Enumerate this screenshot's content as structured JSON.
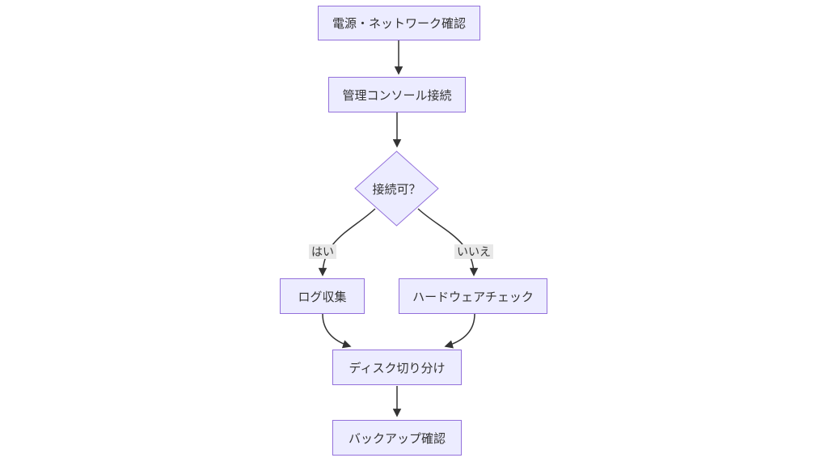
{
  "diagram": {
    "type": "flowchart",
    "direction": "top-down",
    "nodes": {
      "power": {
        "label": "電源・ネットワーク確認",
        "shape": "rect"
      },
      "console": {
        "label": "管理コンソール接続",
        "shape": "rect"
      },
      "decision": {
        "label": "接続可？",
        "shape": "diamond"
      },
      "logs": {
        "label": "ログ収集",
        "shape": "rect"
      },
      "hardware": {
        "label": "ハードウェアチェック",
        "shape": "rect"
      },
      "disk": {
        "label": "ディスク切り分け",
        "shape": "rect"
      },
      "backup": {
        "label": "バックアップ確認",
        "shape": "rect"
      }
    },
    "edge_labels": {
      "yes": "はい",
      "no": "いいえ"
    },
    "edges": [
      {
        "from": "power",
        "to": "console",
        "label": ""
      },
      {
        "from": "console",
        "to": "decision",
        "label": ""
      },
      {
        "from": "decision",
        "to": "logs",
        "label": "はい"
      },
      {
        "from": "decision",
        "to": "hardware",
        "label": "いいえ"
      },
      {
        "from": "logs",
        "to": "disk",
        "label": ""
      },
      {
        "from": "hardware",
        "to": "disk",
        "label": ""
      },
      {
        "from": "disk",
        "to": "backup",
        "label": ""
      }
    ],
    "colors": {
      "node_fill": "#ECECFF",
      "node_border": "#9370DB",
      "edge_stroke": "#333333",
      "edge_label_bg": "#e8e8e8",
      "text": "#333333",
      "background": "#ffffff"
    }
  }
}
